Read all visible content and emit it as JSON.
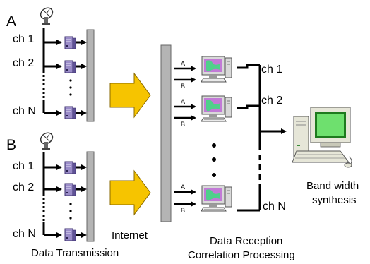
{
  "station_a": {
    "label": "A",
    "channels": [
      "ch 1",
      "ch 2",
      "ch N"
    ]
  },
  "station_b": {
    "label": "B",
    "channels": [
      "ch 1",
      "ch 2",
      "ch N"
    ]
  },
  "transmission_caption": "Data Transmission",
  "internet_label": "Internet",
  "reception": {
    "input_a": "A",
    "input_b": "B",
    "channels": [
      "ch 1",
      "ch 2",
      "ch N"
    ],
    "caption_line1": "Data Reception",
    "caption_line2": "Correlation Processing"
  },
  "synthesis": {
    "line1": "Band width",
    "line2": "synthesis"
  },
  "colors": {
    "bus_gray": "#b4b4b4",
    "arrow_fill": "#f6c400",
    "arrow_stroke": "#8a6a00",
    "screen": "#7fe07f"
  }
}
